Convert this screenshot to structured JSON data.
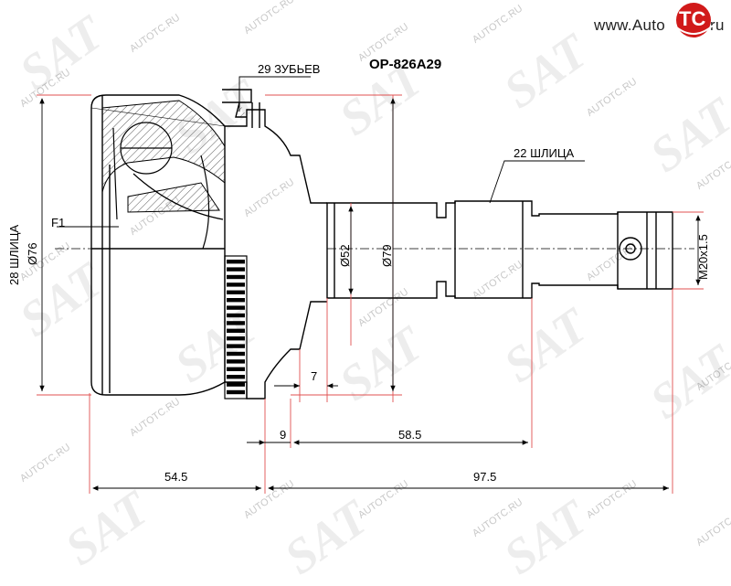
{
  "header": {
    "part_number": "OP-826A29",
    "brand_prefix": "www.Auto",
    "brand_logo_text": "TC",
    "brand_suffix": ".ru",
    "brand_color": "#d11a1a"
  },
  "watermark": {
    "text": "AUTOTC.RU",
    "logo_text": "SAT"
  },
  "labels": {
    "teeth": "29 ЗУБЬЕВ",
    "splines_outer": "22 ШЛИЦА",
    "splines_inner": "28 ШЛИЦА",
    "outer_diameter": "Ø76",
    "flange_ref": "F1",
    "shaft_diameter": "Ø52",
    "housing_diameter": "Ø79",
    "thread": "M20x1.5"
  },
  "dimensions": {
    "abs_ring_width": "7",
    "bell_to_shoulder": "9",
    "stub_shaft_length": "58.5",
    "housing_length": "54.5",
    "total_length": "97.5"
  }
}
